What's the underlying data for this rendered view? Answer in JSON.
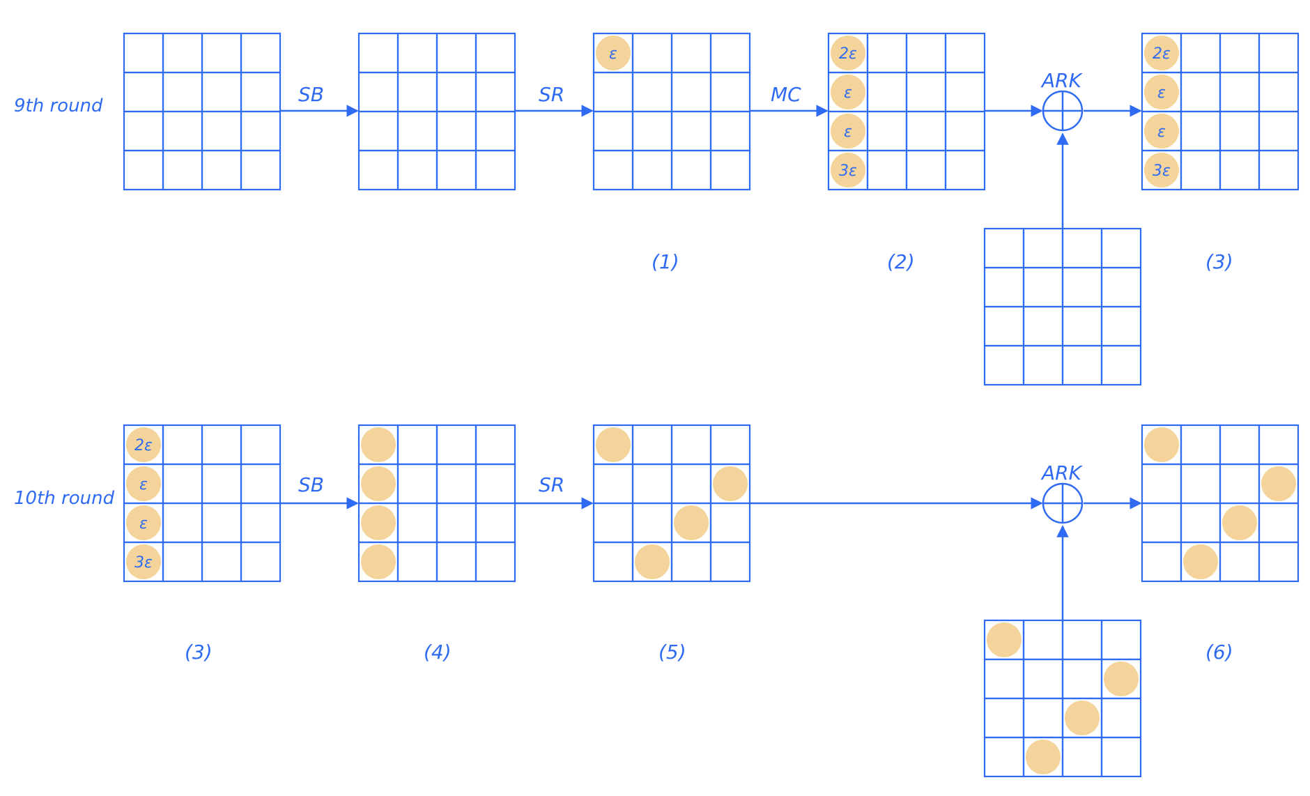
{
  "colors": {
    "stroke": "#2f6bf2",
    "fill": "#f4d49a",
    "background": "#ffffff"
  },
  "rows": [
    {
      "label": "9th round"
    },
    {
      "label": "10th round"
    }
  ],
  "ops": {
    "sb": "SB",
    "sr": "SR",
    "mc": "MC",
    "ark": "ARK"
  },
  "tags": [
    "(1)",
    "(2)",
    "(3)",
    "(3)",
    "(4)",
    "(5)",
    "(6)"
  ],
  "states": [
    {
      "id": "r9-input",
      "cells": []
    },
    {
      "id": "r9-after-sb",
      "cells": []
    },
    {
      "id": "r9-after-sr",
      "cells": [
        {
          "r": 0,
          "c": 0,
          "text": "ε"
        }
      ]
    },
    {
      "id": "r9-after-mc",
      "cells": [
        {
          "r": 0,
          "c": 0,
          "text": "2ε"
        },
        {
          "r": 1,
          "c": 0,
          "text": "ε"
        },
        {
          "r": 2,
          "c": 0,
          "text": "ε"
        },
        {
          "r": 3,
          "c": 0,
          "text": "3ε"
        }
      ]
    },
    {
      "id": "r9-key",
      "cells": []
    },
    {
      "id": "r9-output",
      "cells": [
        {
          "r": 0,
          "c": 0,
          "text": "2ε"
        },
        {
          "r": 1,
          "c": 0,
          "text": "ε"
        },
        {
          "r": 2,
          "c": 0,
          "text": "ε"
        },
        {
          "r": 3,
          "c": 0,
          "text": "3ε"
        }
      ]
    },
    {
      "id": "r10-input",
      "cells": [
        {
          "r": 0,
          "c": 0,
          "text": "2ε"
        },
        {
          "r": 1,
          "c": 0,
          "text": "ε"
        },
        {
          "r": 2,
          "c": 0,
          "text": "ε"
        },
        {
          "r": 3,
          "c": 0,
          "text": "3ε"
        }
      ]
    },
    {
      "id": "r10-after-sb",
      "cells": [
        {
          "r": 0,
          "c": 0,
          "text": ""
        },
        {
          "r": 1,
          "c": 0,
          "text": ""
        },
        {
          "r": 2,
          "c": 0,
          "text": ""
        },
        {
          "r": 3,
          "c": 0,
          "text": ""
        }
      ]
    },
    {
      "id": "r10-after-sr",
      "cells": [
        {
          "r": 0,
          "c": 0,
          "text": ""
        },
        {
          "r": 1,
          "c": 3,
          "text": ""
        },
        {
          "r": 2,
          "c": 2,
          "text": ""
        },
        {
          "r": 3,
          "c": 1,
          "text": ""
        }
      ]
    },
    {
      "id": "r10-key",
      "cells": [
        {
          "r": 0,
          "c": 0,
          "text": ""
        },
        {
          "r": 1,
          "c": 3,
          "text": ""
        },
        {
          "r": 2,
          "c": 2,
          "text": ""
        },
        {
          "r": 3,
          "c": 1,
          "text": ""
        }
      ]
    },
    {
      "id": "r10-output",
      "cells": [
        {
          "r": 0,
          "c": 0,
          "text": ""
        },
        {
          "r": 1,
          "c": 3,
          "text": ""
        },
        {
          "r": 2,
          "c": 2,
          "text": ""
        },
        {
          "r": 3,
          "c": 1,
          "text": ""
        }
      ]
    }
  ]
}
